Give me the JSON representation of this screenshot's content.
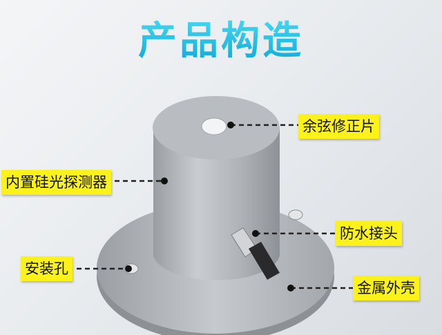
{
  "title": "产品构造",
  "labels": {
    "cosine": "余弦修正片",
    "detector": "内置硅光探测器",
    "waterproof": "防水接头",
    "mount": "安装孔",
    "shell": "金属外壳"
  },
  "colors": {
    "label_bg": "#fbf21c",
    "title": "#1ec5e6"
  }
}
